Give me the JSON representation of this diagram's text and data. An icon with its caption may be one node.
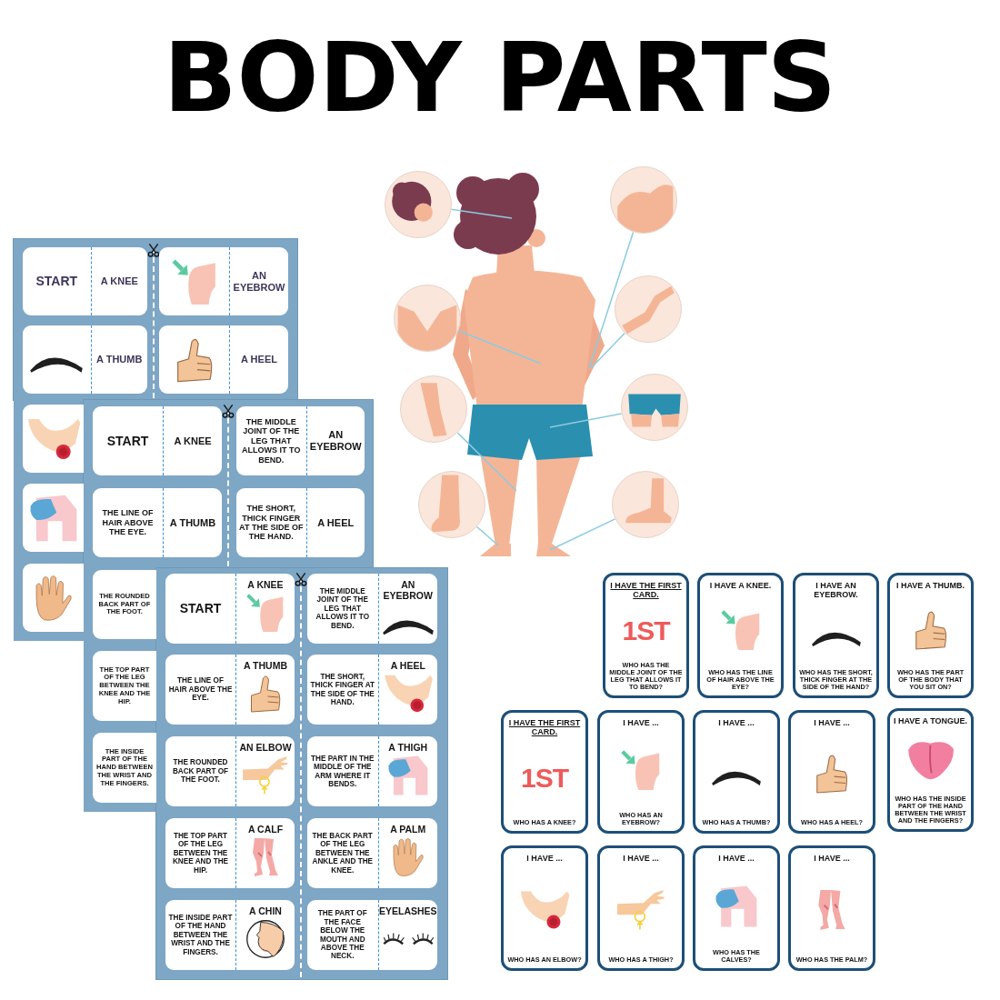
{
  "diagram": {
    "title": "BODY PARTS",
    "nodes": [
      {
        "text": [],
        "shape": "picture"
      },
      {
        "text": [],
        "shape": "picture"
      },
      {
        "text": [],
        "shape": "picture"
      },
      {
        "text": [],
        "shape": "picture"
      },
      {
        "text": [],
        "shape": "picture"
      },
      {
        "text": [],
        "shape": "picture"
      },
      {
        "text": [],
        "shape": "picture"
      },
      {
        "text": [],
        "shape": "picture"
      },
      {
        "text": [],
        "shape": "box"
      },
      {
        "text": [
          "START",
          "A KNEE"
        ],
        "in": 8
      },
      {
        "text": [
          "AN EYEBROW"
        ],
        "in": 8
      },
      {
        "text": [
          "A THUMB"
        ],
        "in": 8
      },
      {
        "text": [
          "A HEEL"
        ],
        "in": 8
      },
      {
        "text": [],
        "shape": "picture"
      },
      {
        "text": [],
        "shape": "picture"
      },
      {
        "text": [],
        "shape": "picture"
      },
      {
        "text": [],
        "shape": "box"
      },
      {
        "text": [
          "START",
          "A KNEE"
        ],
        "in": 16
      },
      {
        "text": [
          "THE MIDDLE JOINT OF THE LEG THAT ALLOWS IT TO BEND.",
          "AN EYEBROW"
        ],
        "in": 16
      },
      {
        "text": [
          "THE LINE OF HAIR ABOVE THE EYE.",
          "A THUMB"
        ],
        "in": 16
      },
      {
        "text": [
          "THE SHORT, THICK FINGER AT THE SIDE OF THE HAND.",
          "A HEEL"
        ],
        "in": 16
      },
      {
        "text": [
          "THE ROUNDED BACK PART OF THE FOOT."
        ]
      },
      {
        "text": [
          "THE TOP PART OF THE LEG BETWEEN THE KNEE AND THE HIP."
        ]
      },
      {
        "text": [
          "THE INSIDE PART OF THE HAND BETWEEN THE WRIST AND THE FINGERS."
        ]
      },
      {
        "text": [],
        "shape": "box"
      },
      {
        "text": [
          "START",
          "A KNEE"
        ],
        "in": 24
      },
      {
        "text": [
          "THE MIDDLE JOINT OF THE LEG THAT ALLOWS IT TO BEND.",
          "AN EYEBROW"
        ],
        "in": 24
      },
      {
        "text": [
          "THE LINE OF HAIR ABOVE THE EYE.",
          "A THUMB"
        ],
        "in": 24
      },
      {
        "text": [
          "THE SHORT, THICK FINGER AT THE SIDE OF THE HAND.",
          "A HEEL"
        ],
        "in": 24
      },
      {
        "text": [
          "THE ROUNDED BACK PART OF THE FOOT.",
          "AN ELBOW"
        ],
        "in": 24
      },
      {
        "text": [
          "THE PART IN THE MIDDLE OF THE ARM WHERE IT BENDS.",
          "A THIGH"
        ],
        "in": 24
      },
      {
        "text": [
          "THE TOP PART OF THE LEG BETWEEN THE KNEE AND THE HIP.",
          "A CALF"
        ],
        "in": 24
      },
      {
        "text": [
          "THE BACK PART OF THE LEG BETWEEN THE ANKLE AND THE KNEE.",
          "A PALM"
        ],
        "in": 24
      },
      {
        "text": [
          "THE INSIDE PART OF THE HAND BETWEEN THE WRIST AND THE FINGERS.",
          "A CHIN"
        ],
        "in": 24
      },
      {
        "text": [
          "THE PART OF THE FACE BELOW THE MOUTH AND ABOVE THE NECK.",
          "EYELASHES"
        ],
        "in": 24
      },
      {
        "text": [
          "I HAVE THE FIRST CARD.",
          "1ST",
          "WHO HAS THE MIDDLE JOINT OF THE LEG THAT ALLOWS IT TO BEND?"
        ]
      },
      {
        "text": [
          "I HAVE A KNEE.",
          "WHO HAS THE LINE OF HAIR ABOVE THE EYE?"
        ]
      },
      {
        "text": [
          "I HAVE AN EYEBROW.",
          "WHO HAS THE SHORT, THICK FINGER AT THE SIDE OF THE HAND?"
        ]
      },
      {
        "text": [
          "I HAVE A THUMB.",
          "WHO HAS THE PART OF THE BODY THAT YOU SIT ON?"
        ]
      },
      {
        "text": [
          "I HAVE THE FIRST CARD.",
          "1ST",
          "WHO HAS A KNEE?"
        ]
      },
      {
        "text": [
          "I HAVE ...",
          "WHO HAS AN EYEBROW?"
        ]
      },
      {
        "text": [
          "I HAVE ...",
          "WHO HAS A THUMB?"
        ]
      },
      {
        "text": [
          "I HAVE ...",
          "WHO HAS A HEEL?"
        ]
      },
      {
        "text": [
          "I HAVE A TONGUE.",
          "WHO HAS THE INSIDE PART OF THE HAND BETWEEN THE WRIST AND THE FINGERS?"
        ]
      },
      {
        "text": [
          "I HAVE ...",
          "WHO HAS AN ELBOW?"
        ]
      },
      {
        "text": [
          "I HAVE ...",
          "WHO HAS A THIGH?"
        ]
      },
      {
        "text": [
          "I HAVE ...",
          "WHO HAS THE CALVES?"
        ]
      },
      {
        "text": [
          "I HAVE ...",
          "WHO HAS THE PALM?"
        ]
      }
    ],
    "edges": [
      {
        "from": 0,
        "to": null,
        "arrow": "none"
      },
      {
        "from": 1,
        "to": null,
        "arrow": "none"
      },
      {
        "from": 2,
        "to": null,
        "arrow": "none"
      },
      {
        "from": 3,
        "to": null,
        "arrow": "none"
      },
      {
        "from": 4,
        "to": null,
        "arrow": "none"
      },
      {
        "from": 5,
        "to": null,
        "arrow": "none"
      },
      {
        "from": 6,
        "to": null,
        "arrow": "none"
      },
      {
        "from": 7,
        "to": null,
        "arrow": "none"
      }
    ]
  }
}
